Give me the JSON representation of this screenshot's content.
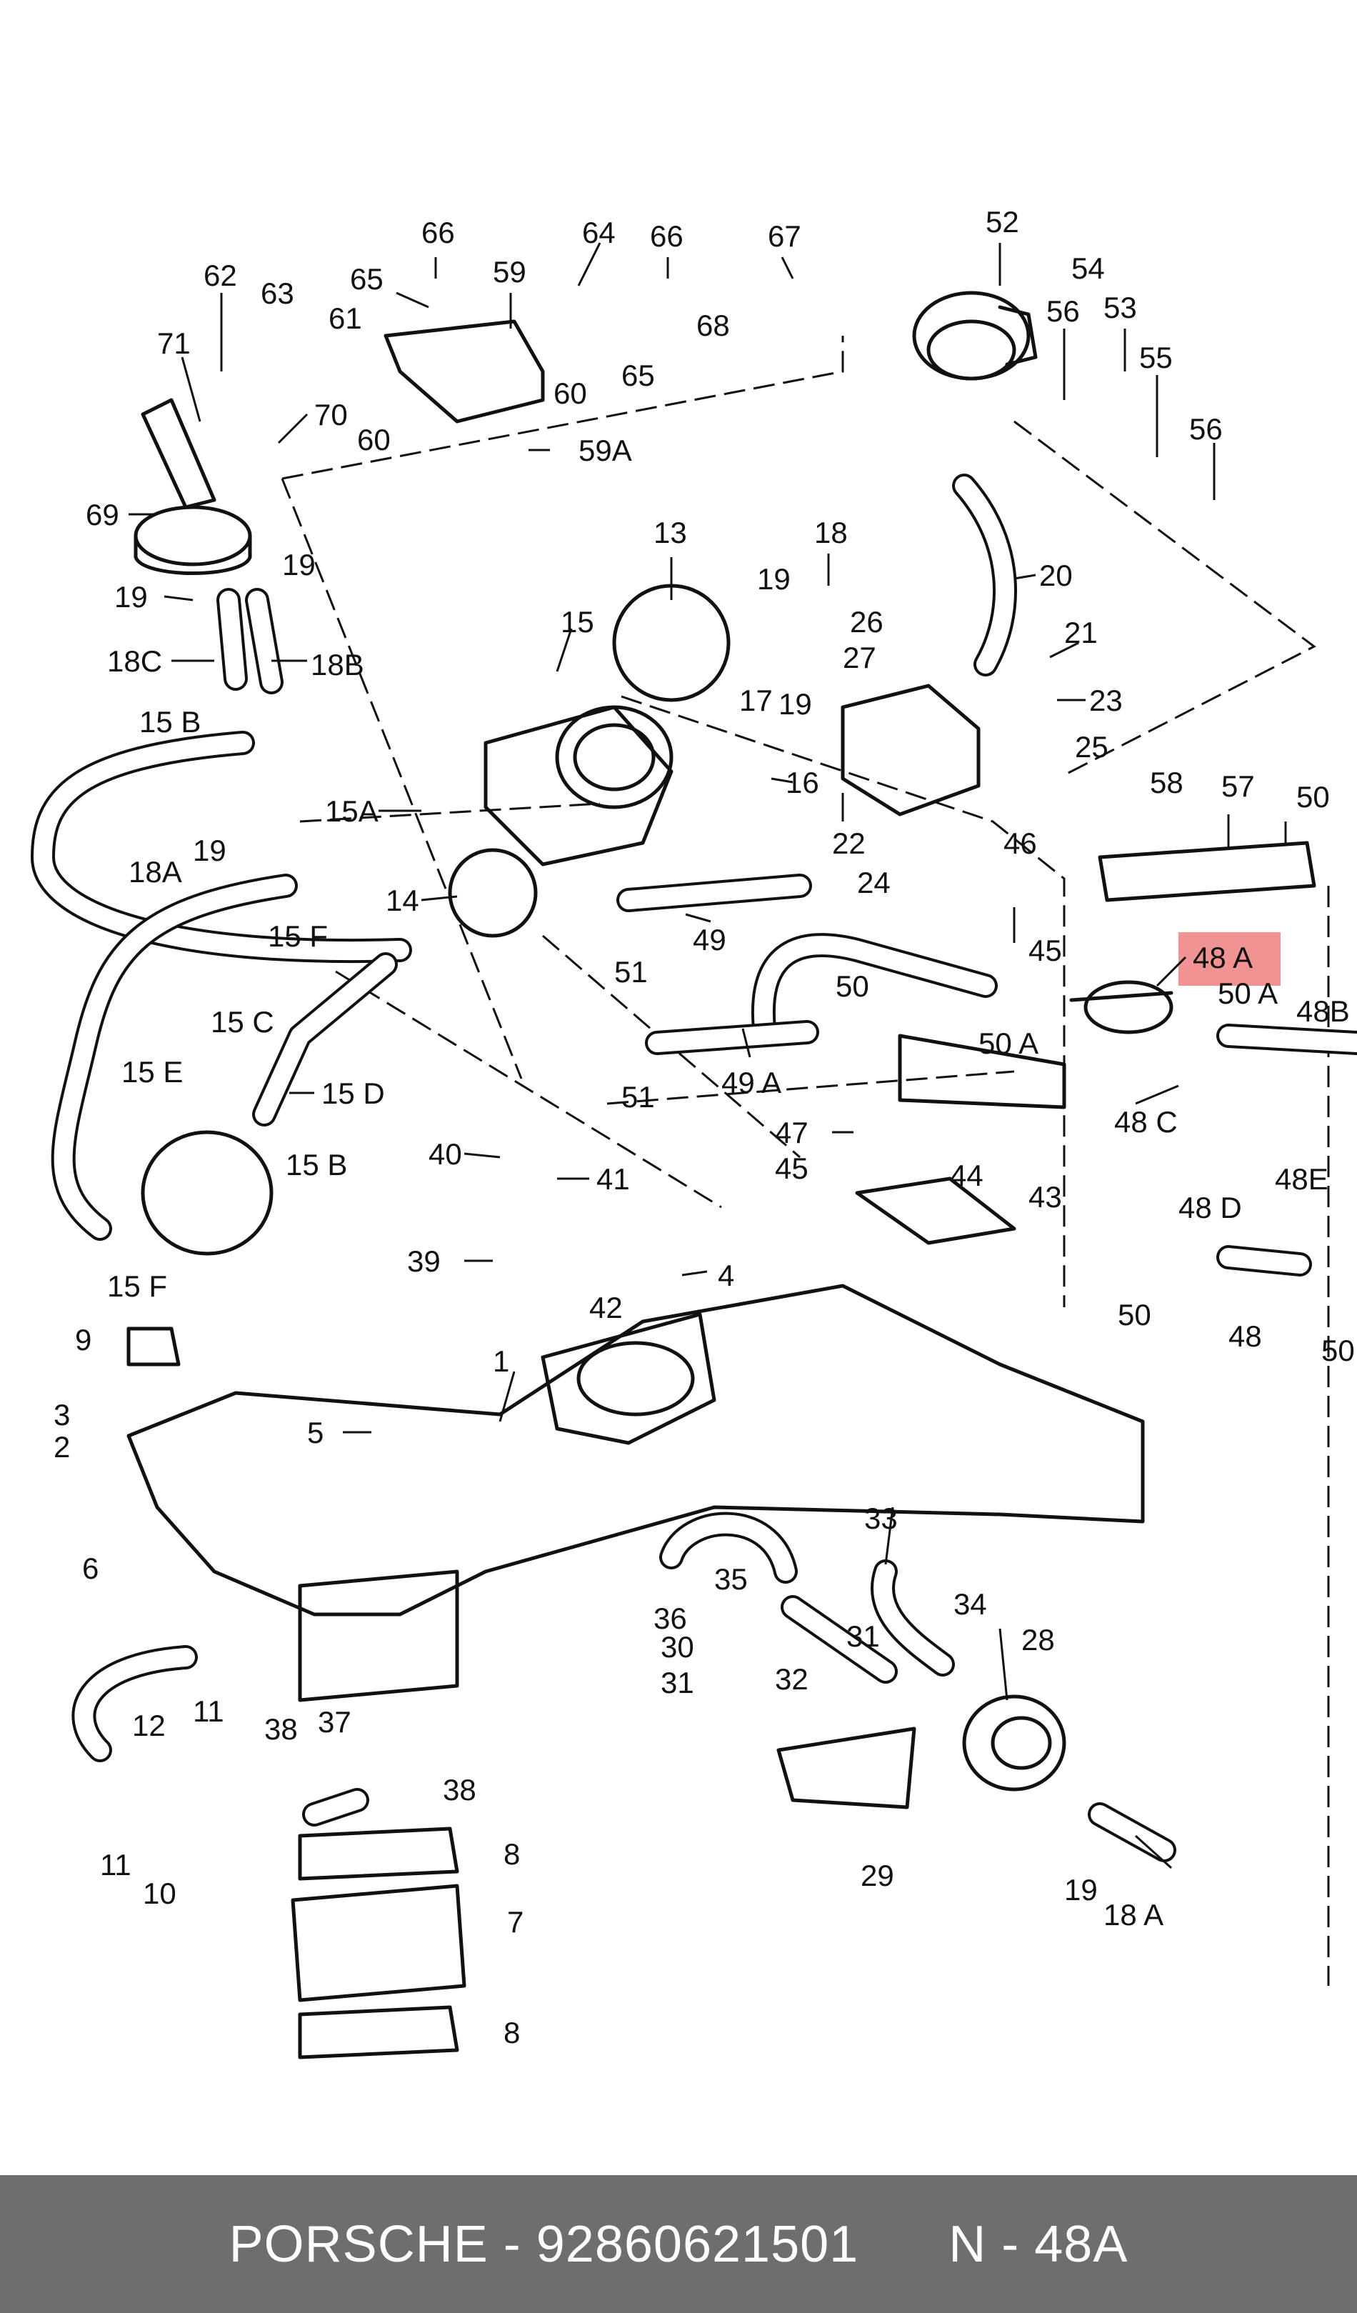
{
  "diagram": {
    "labels": [
      "66",
      "64",
      "66",
      "67",
      "52",
      "62",
      "63",
      "65",
      "59",
      "61",
      "54",
      "56",
      "53",
      "55",
      "71",
      "70",
      "60",
      "65",
      "68",
      "60",
      "59A",
      "56",
      "69",
      "19",
      "13",
      "18",
      "19",
      "20",
      "19",
      "18C",
      "18B",
      "15",
      "26",
      "27",
      "21",
      "23",
      "17",
      "19",
      "25",
      "15 B",
      "16",
      "22",
      "58",
      "57",
      "50",
      "19",
      "15A",
      "18A",
      "24",
      "46",
      "15 F",
      "14",
      "49",
      "45",
      "48 A",
      "51",
      "50",
      "50 A",
      "48B",
      "15 C",
      "50 A",
      "15 E",
      "15 D",
      "49 A",
      "51",
      "48 C",
      "40",
      "47",
      "41",
      "45",
      "44",
      "43",
      "48 D",
      "48E",
      "15 B",
      "39",
      "4",
      "42",
      "15 F",
      "50",
      "48",
      "50",
      "9",
      "1",
      "3",
      "2",
      "5",
      "6",
      "33",
      "35",
      "36",
      "34",
      "30",
      "31",
      "31",
      "32",
      "28",
      "11",
      "12",
      "38",
      "37",
      "38",
      "29",
      "11",
      "10",
      "19",
      "18 A",
      "8",
      "7",
      "8"
    ]
  },
  "highlight": {
    "label": "48 A",
    "color": "#f08080"
  },
  "footer": {
    "brand": "PORSCHE",
    "separator": "-",
    "part_number": "92860621501",
    "position_label": "N - 48A",
    "background": "#6e6e6e"
  }
}
